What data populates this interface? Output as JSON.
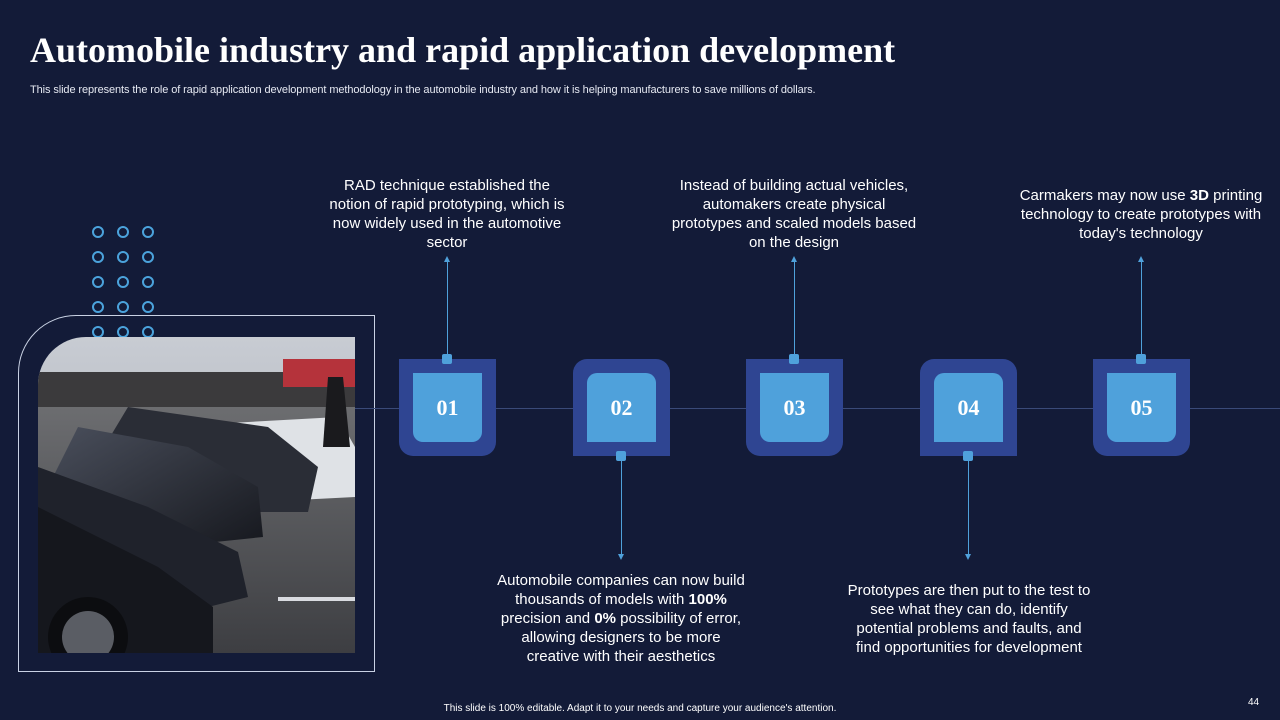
{
  "slide": {
    "title": "Automobile industry and rapid application development",
    "subtitle": "This slide represents the role of rapid application development methodology in the automobile industry and how it is helping manufacturers to save millions of dollars.",
    "footer": "This slide is 100% editable. Adapt it to your needs and capture your audience's attention.",
    "page_number": "44"
  },
  "colors": {
    "background": "#131b38",
    "badge_outer": "#2f4592",
    "badge_inner": "#4fa1db",
    "accent": "#4fa1db"
  },
  "steps": [
    {
      "number": "01",
      "position": "text-above",
      "text": [
        {
          "t": "RAD technique established the notion of rapid prototyping, which is now widely used in the automotive sector"
        }
      ]
    },
    {
      "number": "02",
      "position": "text-below",
      "text": [
        {
          "t": "Automobile companies can now build thousands of models with "
        },
        {
          "t": "100%",
          "b": true
        },
        {
          "t": " precision and "
        },
        {
          "t": "0%",
          "b": true
        },
        {
          "t": " possibility of error, allowing designers to be more creative with their aesthetics"
        }
      ]
    },
    {
      "number": "03",
      "position": "text-above",
      "text": [
        {
          "t": "Instead of building actual vehicles, automakers create physical prototypes and scaled models based on the design"
        }
      ]
    },
    {
      "number": "04",
      "position": "text-below",
      "text": [
        {
          "t": "Prototypes are then put to the test to see what they can do, identify potential problems and faults, and find opportunities for development"
        }
      ]
    },
    {
      "number": "05",
      "position": "text-above",
      "text": [
        {
          "t": "Carmakers may now use "
        },
        {
          "t": "3D",
          "b": true
        },
        {
          "t": " printing technology to create prototypes with today's technology"
        }
      ]
    }
  ],
  "image": {
    "icon": "car-lot-photo"
  }
}
